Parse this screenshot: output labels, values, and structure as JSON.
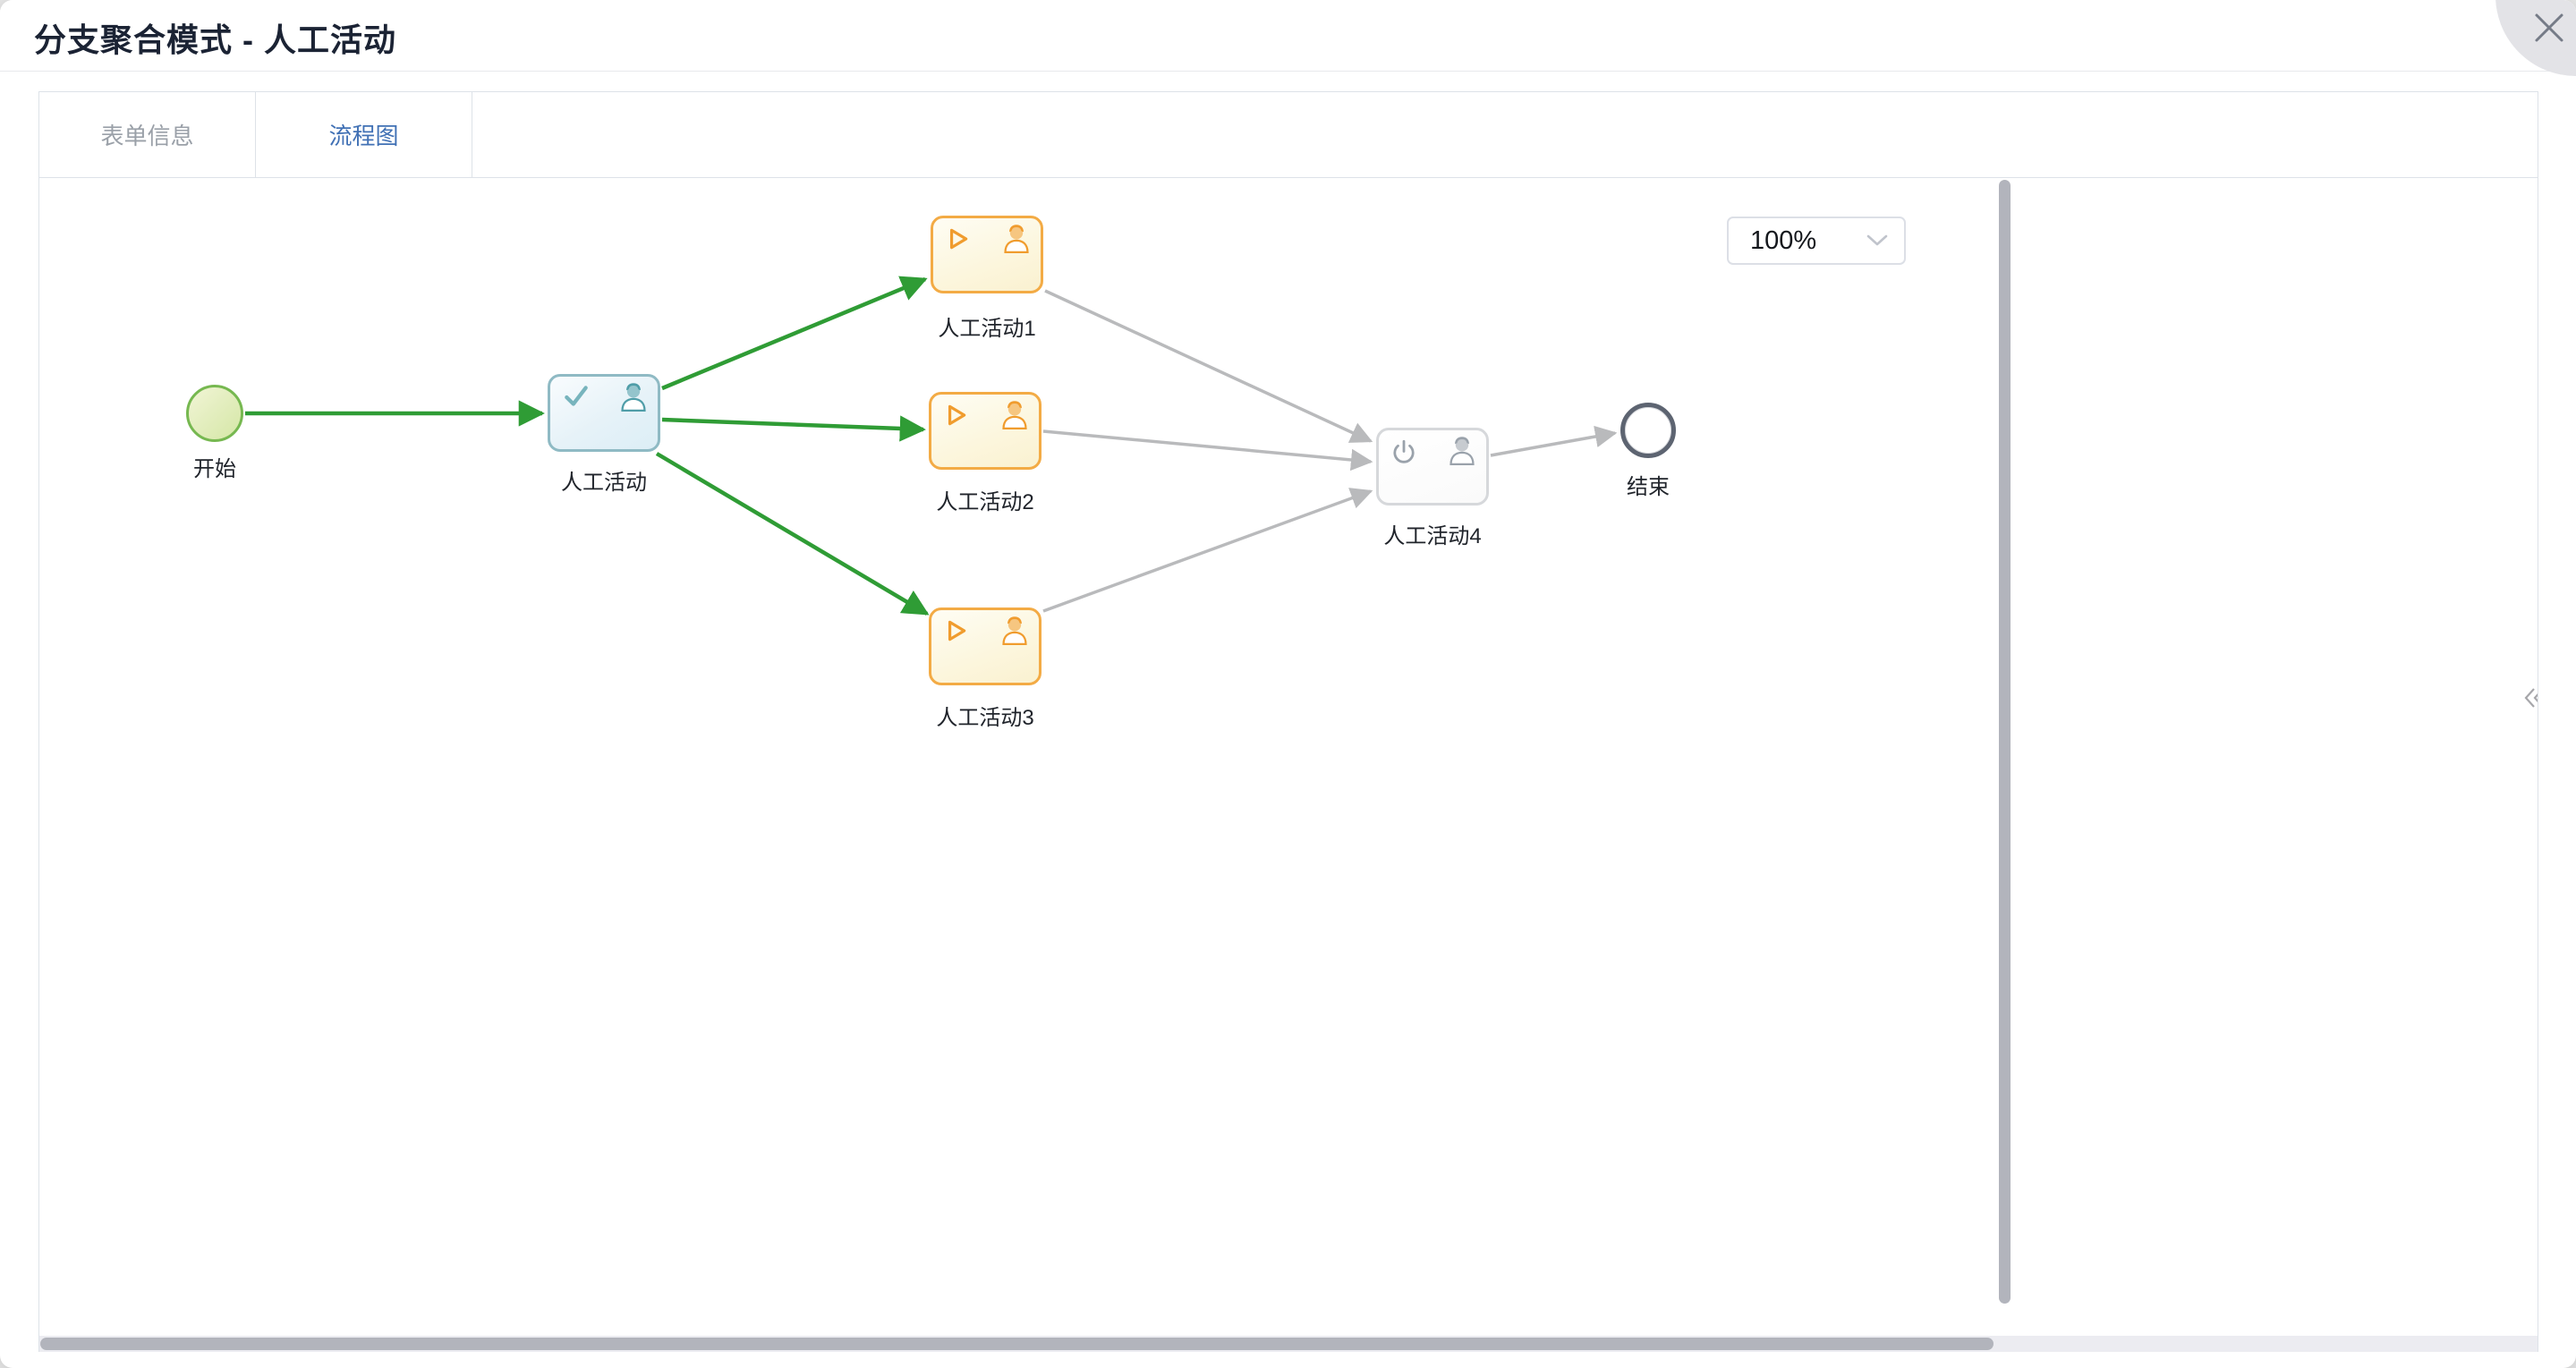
{
  "window": {
    "title": "分支聚合模式 - 人工活动"
  },
  "tabs": [
    {
      "label": "表单信息",
      "active": false
    },
    {
      "label": "流程图",
      "active": true
    }
  ],
  "canvas": {
    "zoom": {
      "value": "100%"
    }
  },
  "flow": {
    "nodes": [
      {
        "id": "start",
        "type": "start-event",
        "label": "开始",
        "status": "completed"
      },
      {
        "id": "task0",
        "type": "user-task",
        "label": "人工活动",
        "status": "completed"
      },
      {
        "id": "task1",
        "type": "user-task",
        "label": "人工活动1",
        "status": "in-progress"
      },
      {
        "id": "task2",
        "type": "user-task",
        "label": "人工活动2",
        "status": "in-progress"
      },
      {
        "id": "task3",
        "type": "user-task",
        "label": "人工活动3",
        "status": "in-progress"
      },
      {
        "id": "task4",
        "type": "user-task",
        "label": "人工活动4",
        "status": "not-started"
      },
      {
        "id": "end",
        "type": "end-event",
        "label": "结束",
        "status": "not-started"
      }
    ],
    "edges": [
      {
        "from": "start",
        "to": "task0",
        "status": "completed"
      },
      {
        "from": "task0",
        "to": "task1",
        "status": "completed"
      },
      {
        "from": "task0",
        "to": "task2",
        "status": "completed"
      },
      {
        "from": "task0",
        "to": "task3",
        "status": "completed"
      },
      {
        "from": "task1",
        "to": "task4",
        "status": "pending"
      },
      {
        "from": "task2",
        "to": "task4",
        "status": "pending"
      },
      {
        "from": "task3",
        "to": "task4",
        "status": "pending"
      },
      {
        "from": "task4",
        "to": "end",
        "status": "pending"
      }
    ]
  },
  "icons": {
    "close": "✕",
    "chevron_down": "∨",
    "collapse": "«",
    "check": "✓",
    "play": "▷",
    "power": "⏻",
    "person": "👤"
  },
  "colors": {
    "accent_blue": "#4171b5",
    "edge_completed": "#2f9c35",
    "edge_pending": "#b9babc",
    "task_active_border": "#8fbac4",
    "task_running_border": "#f3ab45",
    "task_waiting_border": "#d6d8db",
    "start_border": "#76b850",
    "end_border": "#5d6471"
  }
}
